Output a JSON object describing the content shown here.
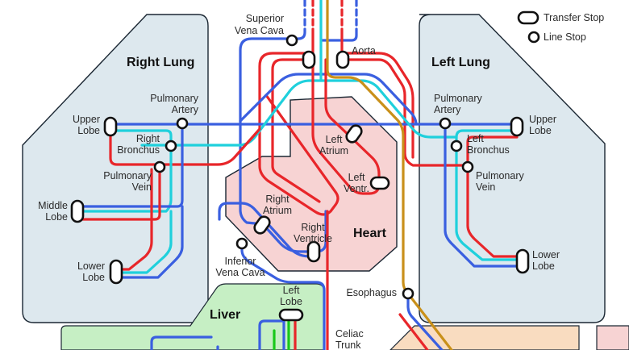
{
  "legend": {
    "transfer": "Transfer Stop",
    "line": "Line Stop"
  },
  "regions": {
    "right_lung": "Right Lung",
    "left_lung": "Left Lung",
    "heart": "Heart",
    "liver": "Liver"
  },
  "stops": {
    "superior_vena_cava": [
      "Superior",
      "Vena Cava"
    ],
    "aorta": "Aorta",
    "rl_pulmonary_artery": [
      "Pulmonary",
      "Artery"
    ],
    "rl_upper_lobe": [
      "Upper",
      "Lobe"
    ],
    "right_bronchus": [
      "Right",
      "Bronchus"
    ],
    "rl_pulmonary_vein": [
      "Pulmonary",
      "Vein"
    ],
    "rl_middle_lobe": [
      "Middle",
      "Lobe"
    ],
    "rl_lower_lobe": [
      "Lower",
      "Lobe"
    ],
    "left_atrium": [
      "Left",
      "Atrium"
    ],
    "left_ventricle": [
      "Left",
      "Ventr."
    ],
    "right_atrium": [
      "Right",
      "Atrium"
    ],
    "right_ventricle": [
      "Right",
      "Ventricle"
    ],
    "inferior_vena_cava": [
      "Inferior",
      "Vena Cava"
    ],
    "ll_pulmonary_artery": [
      "Pulmonary",
      "Artery"
    ],
    "ll_upper_lobe": [
      "Upper",
      "Lobe"
    ],
    "left_bronchus": [
      "Left",
      "Bronchus"
    ],
    "ll_pulmonary_vein": [
      "Pulmonary",
      "Vein"
    ],
    "ll_lower_lobe": [
      "Lower",
      "Lobe"
    ],
    "liver_left_lobe": [
      "Left",
      "Lobe"
    ],
    "esophagus": "Esophagus",
    "celiac_trunk": [
      "Celiac",
      "Trunk"
    ]
  },
  "colors": {
    "artery_red": "#e8262a",
    "vein_blue": "#3a5fe0",
    "pulmonary_cyan": "#1fd0dc",
    "digestive_gold": "#c9901a",
    "hepatic_green": "#18c81a",
    "lung_fill": "#dde8ee",
    "heart_fill": "#f7d3d3",
    "liver_fill": "#c6efc4"
  }
}
